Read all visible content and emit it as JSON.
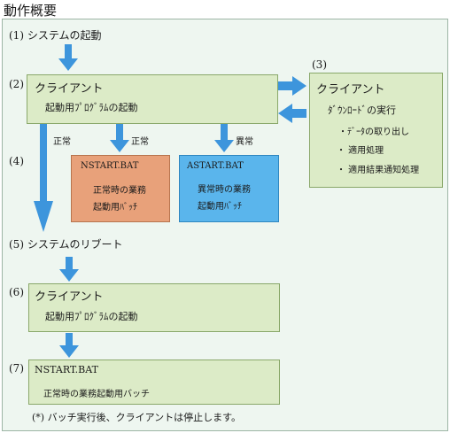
{
  "title": "動作概要",
  "steps": {
    "s1": "(1) システムの起動",
    "s2": "(2)",
    "s3": "(3)",
    "s4": "(4)",
    "s5": "(5) システムのリブート",
    "s6": "(6)",
    "s7": "(7)"
  },
  "box2": {
    "title": "クライアント",
    "line1": "起動用ﾌﾟﾛｸﾞﾗﾑの起動"
  },
  "box3": {
    "title": "クライアント",
    "line1": "ﾀﾞｳﾝﾛｰﾄﾞの実行",
    "bullet1": "・ﾃﾞｰﾀの取り出し",
    "bullet2": "・ 適用処理",
    "bullet3": "・ 適用結果通知処理"
  },
  "nstart": {
    "name": "NSTART.BAT",
    "line1": "正常時の業務",
    "line2": "起動用ﾊﾞｯﾁ"
  },
  "astart": {
    "name": "ASTART.BAT",
    "line1": "異常時の業務",
    "line2": "起動用ﾊﾞｯﾁ"
  },
  "labels": {
    "normal_left": "正常",
    "normal_mid": "正常",
    "abnormal": "異常"
  },
  "box6": {
    "title": "クライアント",
    "line1": "起動用ﾌﾟﾛｸﾞﾗﾑの起動"
  },
  "box7": {
    "title": "NSTART.BAT",
    "line1": "正常時の業務起動用バッチ"
  },
  "note": "(*) バッチ実行後、クライアントは停止します。",
  "colors": {
    "arrow": "#3d95dc",
    "green_box": "#dcebc7",
    "orange_box": "#e8a17a",
    "blue_box": "#5ab5ec",
    "frame": "#eef6f0"
  }
}
